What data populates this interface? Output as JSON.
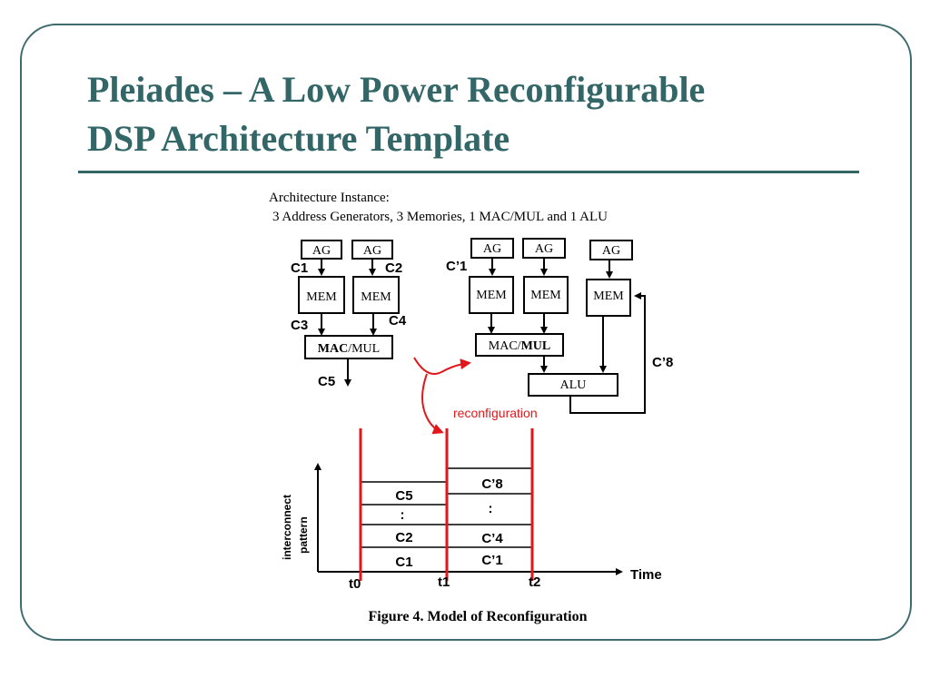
{
  "slide": {
    "title_line1": "Pleiades – A Low Power Reconfigurable",
    "title_line2": "DSP Architecture Template"
  },
  "figure": {
    "instance_title": "Architecture Instance:",
    "instance_desc": "3 Address Generators, 3 Memories, 1 MAC/MUL and 1 ALU",
    "left_config": {
      "ag_labels": [
        "AG",
        "AG"
      ],
      "mem_labels": [
        "MEM",
        "MEM"
      ],
      "mac_bold": "MAC",
      "mac_rest": "/MUL",
      "connections": [
        "C1",
        "C2",
        "C3",
        "C4",
        "C5"
      ]
    },
    "right_config": {
      "ag_labels": [
        "AG",
        "AG",
        "AG"
      ],
      "mem_labels": [
        "MEM",
        "MEM",
        "MEM"
      ],
      "mac_rest": "MAC/",
      "mac_bold": "MUL",
      "alu_label": "ALU",
      "connections": [
        "C’1",
        "C’8"
      ]
    },
    "reconfig_label": "reconfiguration",
    "timeline": {
      "y_axis_label_1": "interconnect",
      "y_axis_label_2": "pattern",
      "x_axis_label": "Time",
      "time_ticks": [
        "t0",
        "t1",
        "t2"
      ],
      "left_column": [
        "C5",
        ":",
        "C2",
        "C1"
      ],
      "right_column": [
        "C’8",
        ":",
        "C’4",
        "C’1"
      ]
    },
    "caption": "Figure 4.  Model of Reconfiguration"
  },
  "colors": {
    "title": "#336667",
    "frame": "#3d6b6e",
    "accent_red": "#e3161b",
    "ink": "#000000"
  }
}
